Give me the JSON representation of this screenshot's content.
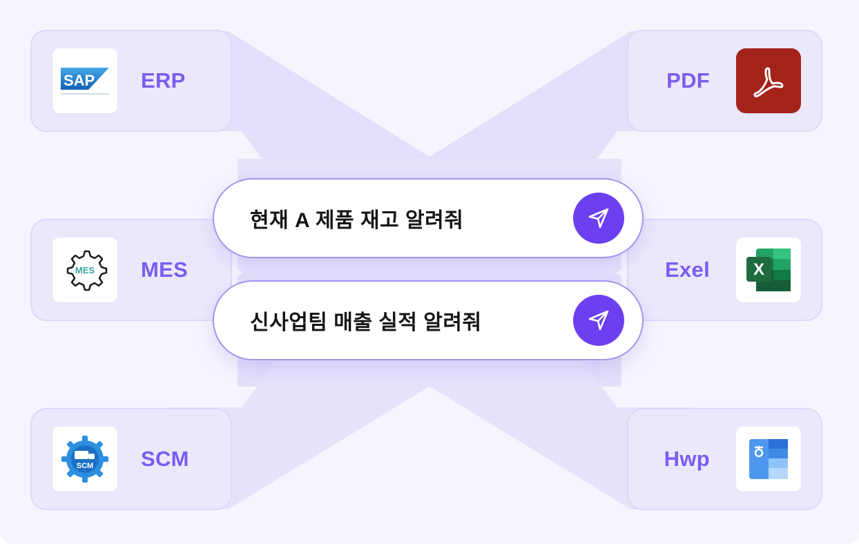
{
  "sources_left": [
    {
      "label": "ERP",
      "icon": "sap-logo-icon",
      "logo_text": "SAP"
    },
    {
      "label": "MES",
      "icon": "mes-gear-icon",
      "logo_text": "MES"
    },
    {
      "label": "SCM",
      "icon": "scm-gear-icon",
      "logo_text": "SCM"
    }
  ],
  "sources_right": [
    {
      "label": "PDF",
      "icon": "adobe-pdf-icon"
    },
    {
      "label": "Exel",
      "icon": "excel-icon",
      "logo_text": "X"
    },
    {
      "label": "Hwp",
      "icon": "hwp-icon"
    }
  ],
  "prompts": [
    {
      "text": "현재 A 제품 재고 알려줘",
      "button_icon": "send-icon"
    },
    {
      "text": "신사업팀 매출 실적 알려줘",
      "button_icon": "send-icon"
    }
  ],
  "colors": {
    "accent": "#6c3ff0",
    "label": "#7a5cf0",
    "band": "#e3dffa",
    "background": "#f5f5fd",
    "pdf_red": "#a3231a",
    "excel_green": "#1f7246",
    "hwp_blue": "#2f7de8"
  }
}
